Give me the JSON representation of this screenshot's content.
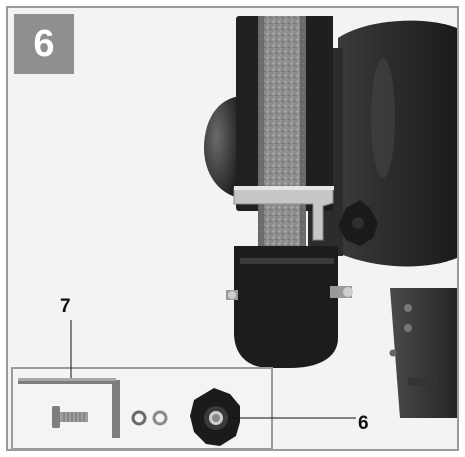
{
  "figure": {
    "step_number": "6",
    "callouts": {
      "seven": "7",
      "six": "6"
    }
  }
}
